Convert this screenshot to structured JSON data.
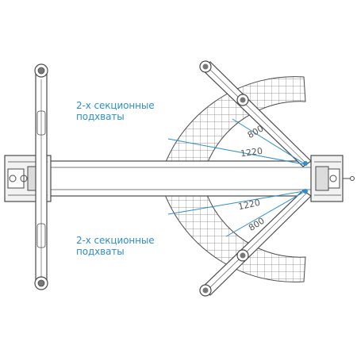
{
  "labels": {
    "upper_line1": "2-х секционные",
    "upper_line2": "подхваты",
    "lower_line1": "2-х секционные",
    "lower_line2": "подхваты"
  },
  "dimensions": {
    "upper_short": "800",
    "upper_long": "1220",
    "lower_long": "1220",
    "lower_short": "800"
  },
  "colors": {
    "line": "#4a4a4a",
    "grid": "#777777",
    "accent": "#2d8ec9",
    "column_fill": "#f2f2f2"
  }
}
